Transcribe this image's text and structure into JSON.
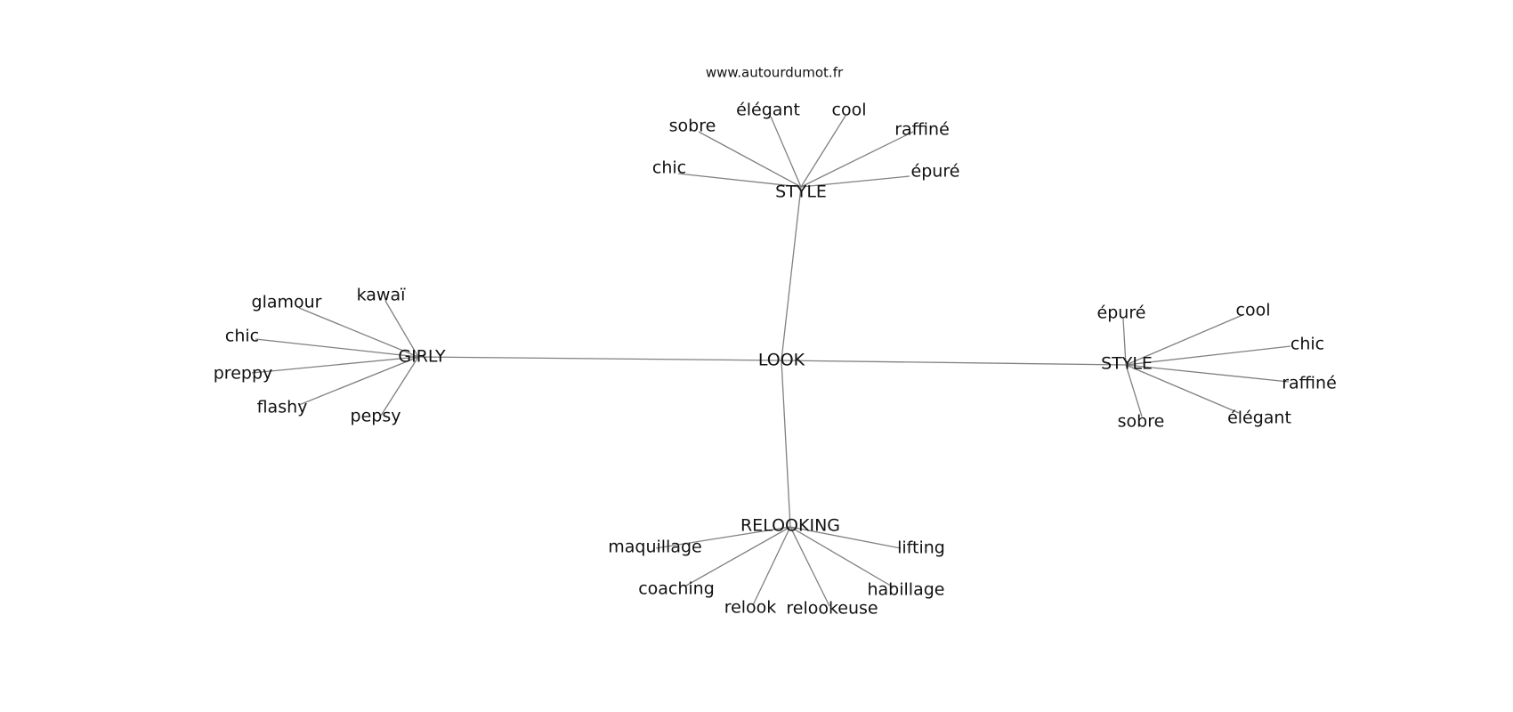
{
  "site": "www.autourdumot.fr",
  "root": "LOOK",
  "clusters": [
    {
      "label": "STYLE",
      "words": [
        "chic",
        "sobre",
        "élégant",
        "cool",
        "raffiné",
        "épuré"
      ]
    },
    {
      "label": "GIRLY",
      "words": [
        "glamour",
        "kawaï",
        "chic",
        "preppy",
        "flashy",
        "pepsy"
      ]
    },
    {
      "label": "STYLE",
      "words": [
        "épuré",
        "cool",
        "chic",
        "raffiné",
        "élégant",
        "sobre"
      ]
    },
    {
      "label": "RELOOKING",
      "words": [
        "maquillage",
        "coaching",
        "relook",
        "relookeuse",
        "habillage",
        "lifting"
      ]
    }
  ],
  "colors": {
    "edge": "#808080",
    "text": "#111111",
    "background": "#ffffff"
  }
}
